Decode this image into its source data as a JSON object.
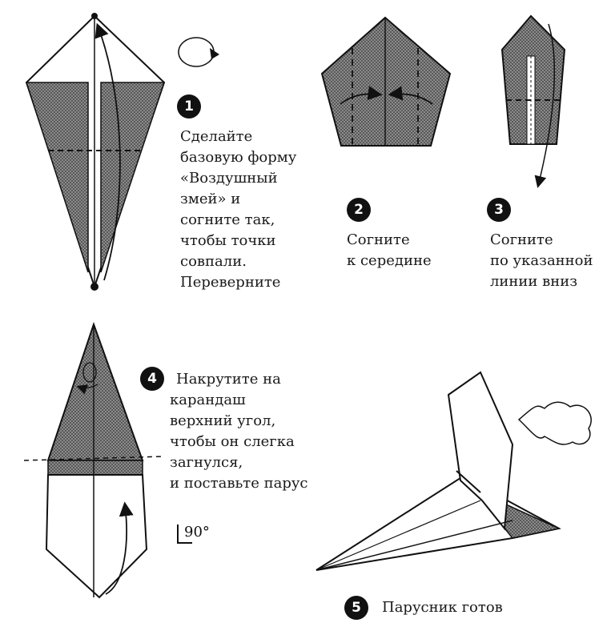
{
  "steps": [
    {
      "number": "1",
      "lines": [
        "Сделайте",
        "базовую форму",
        "«Воздушный",
        "змей» и",
        "согните так,",
        "чтобы точки",
        "совпали.",
        "Переверните"
      ]
    },
    {
      "number": "2",
      "lines": [
        "Согните",
        "к середине"
      ]
    },
    {
      "number": "3",
      "lines": [
        "Согните",
        "по указанной",
        "линии вниз"
      ]
    },
    {
      "number": "4",
      "lines": [
        "Накрутите на",
        "карандаш",
        "верхний угол,",
        "чтобы он слегка",
        "загнулся,",
        "и поставьте парус"
      ]
    },
    {
      "number": "5",
      "lines": [
        "Парусник готов"
      ]
    }
  ],
  "angle_label": "90°",
  "colors": {
    "ink": "#111111",
    "hatch": "#8a8a8a",
    "paper": "#ffffff"
  }
}
